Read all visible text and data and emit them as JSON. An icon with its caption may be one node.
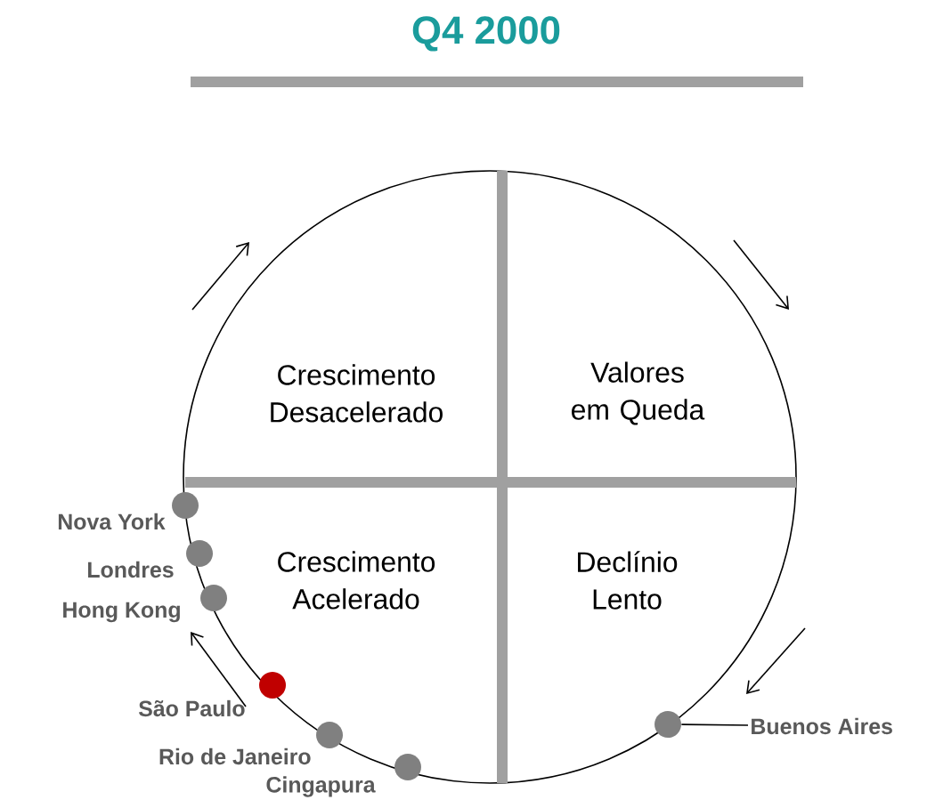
{
  "diagram": {
    "title": "Q4 2000",
    "nodes": [
      {
        "text": [],
        "shape": "circle",
        "beside": [
          "Nova York"
        ]
      },
      {
        "text": [],
        "shape": "circle",
        "beside": [
          "Londres"
        ]
      },
      {
        "text": [],
        "shape": "circle",
        "beside": [
          "Hong Kong"
        ]
      },
      {
        "text": [],
        "shape": "circle",
        "beside": [
          "São Paulo"
        ]
      },
      {
        "text": [],
        "shape": "circle",
        "beside": [
          "Rio de Janeiro"
        ]
      },
      {
        "text": [],
        "shape": "circle",
        "beside": [
          "Cingapura"
        ]
      },
      {
        "text": [
          "Buenos Aires"
        ]
      },
      {
        "text": [],
        "shape": "circle"
      }
    ],
    "edges": [
      {
        "from": 6,
        "to": 7,
        "arrow": "none"
      }
    ],
    "labels": [
      "Crescimento Desacelerado",
      "Valores em Queda",
      "Crescimento Acelerado",
      "Declínio Lento"
    ]
  }
}
